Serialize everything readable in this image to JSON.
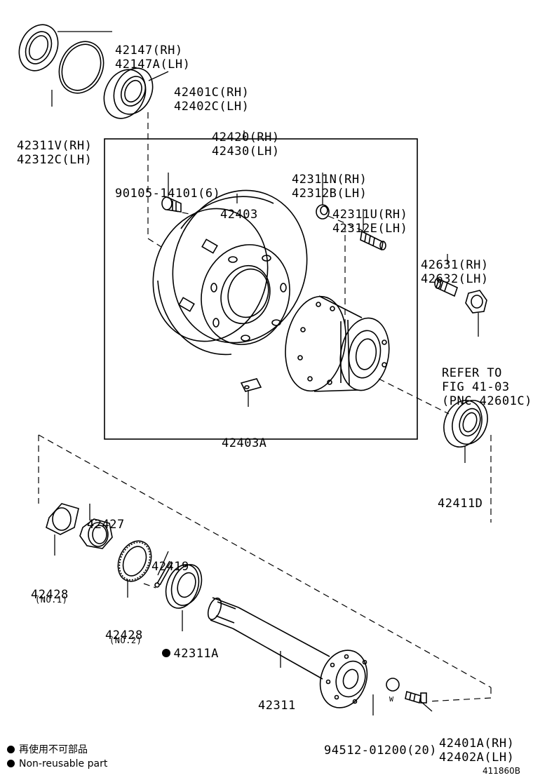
{
  "parts": {
    "p42147": [
      "42147(RH)",
      "42147A(LH)"
    ],
    "p42311V": [
      "42311V(RH)",
      "42312C(LH)"
    ],
    "p42401C": [
      "42401C(RH)",
      "42402C(LH)"
    ],
    "p42420": [
      "42420(RH)",
      "42430(LH)"
    ],
    "p90105": "90105-14101(6)",
    "p42403": "42403",
    "p42311N": [
      "42311N(RH)",
      "42312B(LH)"
    ],
    "p42311U": [
      "42311U(RH)",
      "42312E(LH)"
    ],
    "p42631": [
      "42631(RH)",
      "42632(LH)"
    ],
    "refer": [
      "REFER TO",
      "FIG 41-03",
      "(PNC 42601C)"
    ],
    "p42403A": "42403A",
    "p42411D": "42411D",
    "p42427": "42427",
    "p42428a": "42428",
    "p42428a_sub": "(NO.1)",
    "p42419": "42419",
    "p42428b": "42428",
    "p42428b_sub": "(NO.2)",
    "p42311A": "42311A",
    "p42311": "42311",
    "p94512": "94512-01200(20)",
    "p42401A": [
      "42401A(RH)",
      "42402A(LH)"
    ],
    "washer_mark": "W"
  },
  "legend": {
    "line1": "再使用不可部品",
    "line2": "Non-reusable part"
  },
  "figure_id": "411860B"
}
